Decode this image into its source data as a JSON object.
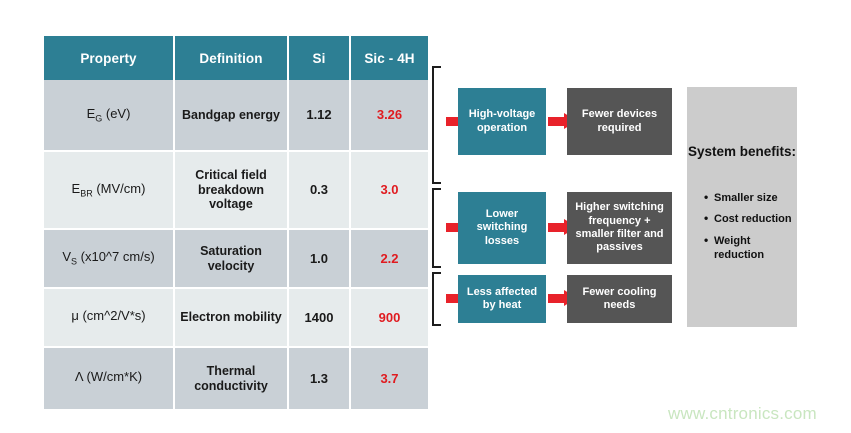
{
  "table": {
    "headers": [
      "Property",
      "Definition",
      "Si",
      "Sic - 4H"
    ],
    "rows": [
      {
        "property_main": "E",
        "property_sub": "G",
        "property_tail": " (eV)",
        "definition": "Bandgap energy",
        "si": "1.12",
        "sic": "3.26"
      },
      {
        "property_main": "E",
        "property_sub": "BR",
        "property_tail": " (MV/cm)",
        "definition": "Critical field breakdown voltage",
        "si": "0.3",
        "sic": "3.0"
      },
      {
        "property_main": "V",
        "property_sub": "S",
        "property_tail": " (x10^7 cm/s)",
        "definition": "Saturation velocity",
        "si": "1.0",
        "sic": "2.2"
      },
      {
        "property_main": "μ (cm^2/V*s)",
        "property_sub": "",
        "property_tail": "",
        "definition": "Electron mobility",
        "si": "1400",
        "sic": "900"
      },
      {
        "property_main": "Λ (W/cm*K)",
        "property_sub": "",
        "property_tail": "",
        "definition": "Thermal conductivity",
        "si": "1.3",
        "sic": "3.7"
      }
    ]
  },
  "flow": {
    "rows": [
      {
        "cause": "High-voltage operation",
        "effect": "Fewer devices required"
      },
      {
        "cause": "Lower switching losses",
        "effect": "Higher switching frequency + smaller filter and passives"
      },
      {
        "cause": "Less affected by heat",
        "effect": "Fewer cooling needs"
      }
    ]
  },
  "benefits": {
    "title": "System benefits:",
    "items": [
      "Smaller size",
      "Cost reduction",
      "Weight reduction"
    ]
  },
  "watermark": "www.cntronics.com",
  "colors": {
    "teal": "#2d7f94",
    "dark_gray": "#555555",
    "panel_gray": "#cccccc",
    "arrow_red": "#e8222a",
    "value_red": "#e01b20",
    "row_dark": "#c9d0d6",
    "row_light": "#e6ebec",
    "watermark_green": "#c9e6c0"
  }
}
